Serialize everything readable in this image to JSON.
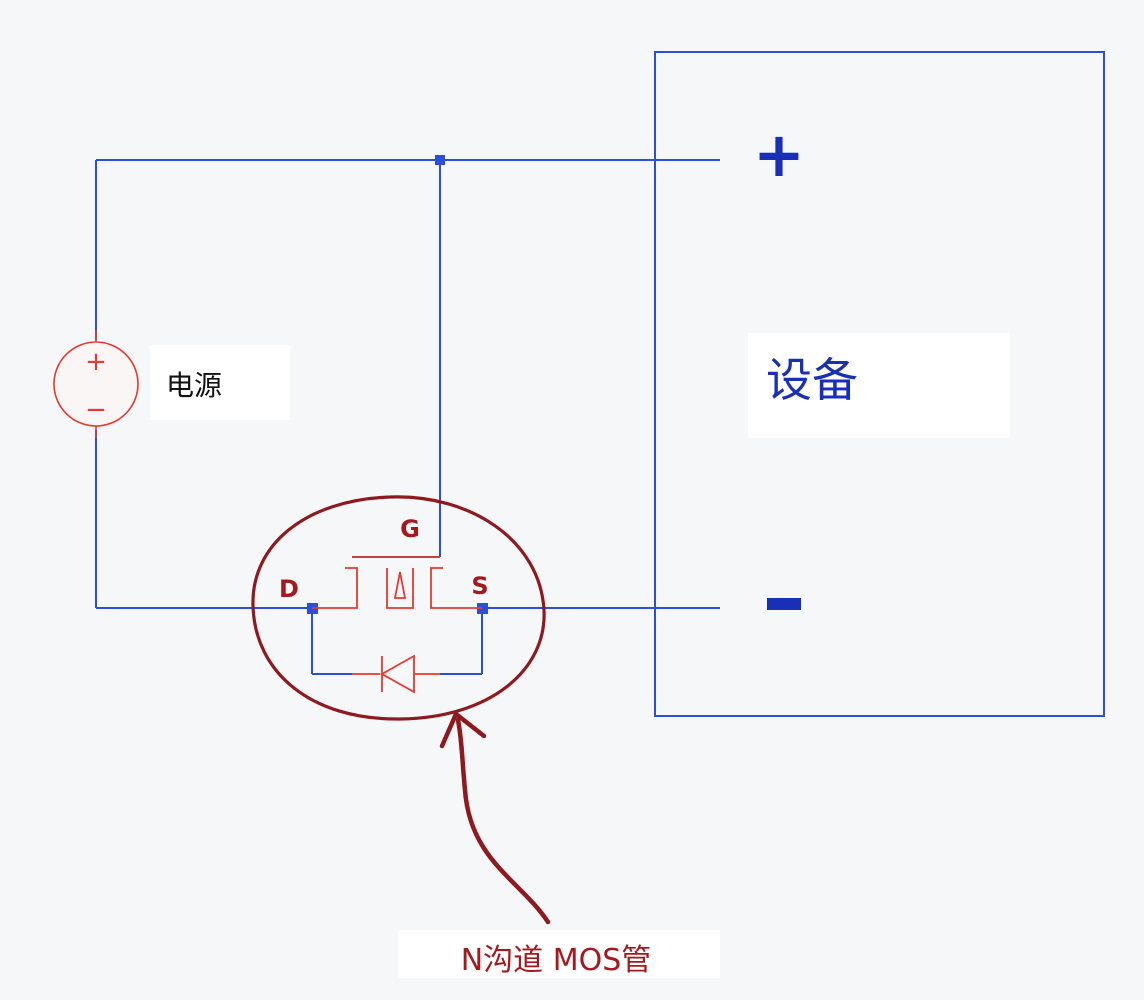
{
  "labels": {
    "source": "电源",
    "device": "设备",
    "device_plus": "+",
    "device_minus": "-",
    "gate": "G",
    "drain": "D",
    "source_pin": "S",
    "source_plus": "+",
    "source_minus": "−",
    "caption": "N沟道 MOS管"
  },
  "colors": {
    "wire": "#2b4fd8",
    "red": "#e8382f",
    "maroon": "#8e1a1f",
    "device_text": "#1a2fb8",
    "pin_label": "#a3191e",
    "background": "#f6f7f9"
  }
}
